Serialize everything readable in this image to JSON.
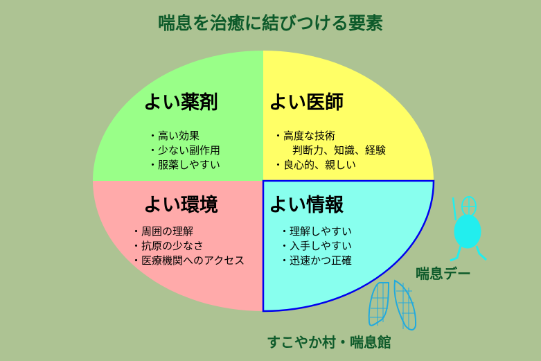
{
  "title": "喘息を治癒に結びつける要素",
  "quadrants": {
    "medicine": {
      "heading": "よい薬剤",
      "items": [
        "・高い効果",
        "・少ない副作用",
        "・服薬しやすい"
      ],
      "color": "#99ff88"
    },
    "doctor": {
      "heading": "よい医師",
      "items": [
        "・高度な技術",
        "　判断力、知識、経験",
        "・良心的、親しい"
      ],
      "color": "#ffff66"
    },
    "environment": {
      "heading": "よい環境",
      "items": [
        "・周囲の理解",
        "・抗原の少なさ",
        "・医療機関へのアクセス"
      ],
      "color": "#ffaaaa"
    },
    "information": {
      "heading": "よい情報",
      "items": [
        "・理解しやすい",
        "・入手しやすい",
        "・迅速かつ正確"
      ],
      "color": "#88ffee"
    }
  },
  "links": {
    "asthma_day": "喘息デー",
    "asthma_hall": "すこやか村・喘息館"
  },
  "colors": {
    "background": "#adc393",
    "title": "#0d5a2a",
    "border": "#0000ee",
    "mascot": "#22eeee",
    "lungs": "#22aadd"
  }
}
